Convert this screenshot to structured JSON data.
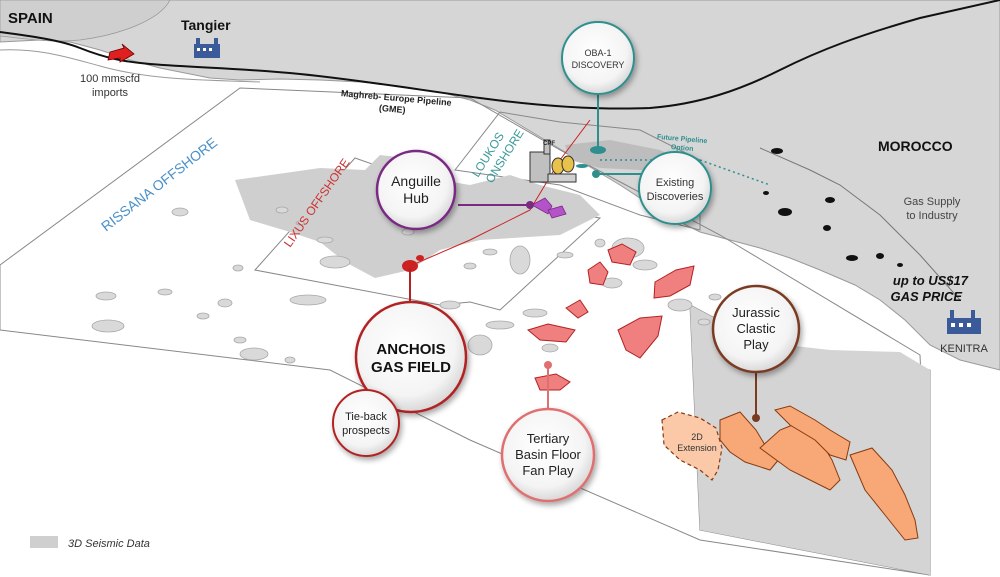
{
  "labels": {
    "spain": "SPAIN",
    "tangier": "Tangier",
    "imports_line1": "100 mmscfd",
    "imports_line2": "imports",
    "gme_line1": "Maghreb- Europe Pipeline",
    "gme_line2": "(GME)",
    "morocco": "MOROCCO",
    "gas_supply_line1": "Gas Supply",
    "gas_supply_line2": "to Industry",
    "gas_price_line1": "up to US$17",
    "gas_price_line2": "GAS PRICE",
    "kenitra": "KENITRA",
    "rissana": "RISSANA OFFSHORE",
    "lixus": "LIXUS OFFSHORE",
    "loukos_line1": "LOUKOS",
    "loukos_line2": "ONSHORE",
    "cpf": "CPF",
    "future_pipeline_line1": "Future Pipeline",
    "future_pipeline_line2": "Option",
    "extension_line1": "2D",
    "extension_line2": "Extension",
    "legend_seismic": "3D Seismic Data"
  },
  "callouts": {
    "oba1_line1": "OBA-1",
    "oba1_line2": "DISCOVERY",
    "anguille_line1": "Anguille",
    "anguille_line2": "Hub",
    "existing_line1": "Existing",
    "existing_line2": "Discoveries",
    "anchois_line1": "ANCHOIS",
    "anchois_line2": "GAS FIELD",
    "tieback_line1": "Tie-back",
    "tieback_line2": "prospects",
    "tertiary_line1": "Tertiary",
    "tertiary_line2": "Basin Floor",
    "tertiary_line3": "Fan Play",
    "jurassic_line1": "Jurassic",
    "jurassic_line2": "Clastic",
    "jurassic_line3": "Play"
  },
  "colors": {
    "land": "#d6d6d6",
    "seismic": "#cfcfcf",
    "tertiary_fill": "#f08080",
    "jurassic_fill": "#f7a876",
    "anchois_ring": "#b22222",
    "anguille_ring": "#7a2a82",
    "oba_ring": "#2f8f8f",
    "jurassic_ring": "#7a3a20",
    "tertiary_ring": "#e07070",
    "rissana_text": "#4a90c8",
    "lixus_text": "#cc3333",
    "loukos_text": "#3a9a9a",
    "price_text": "#111111"
  },
  "icons": [
    "factory-icon",
    "processing-plant-icon",
    "import-arrow-icon"
  ]
}
